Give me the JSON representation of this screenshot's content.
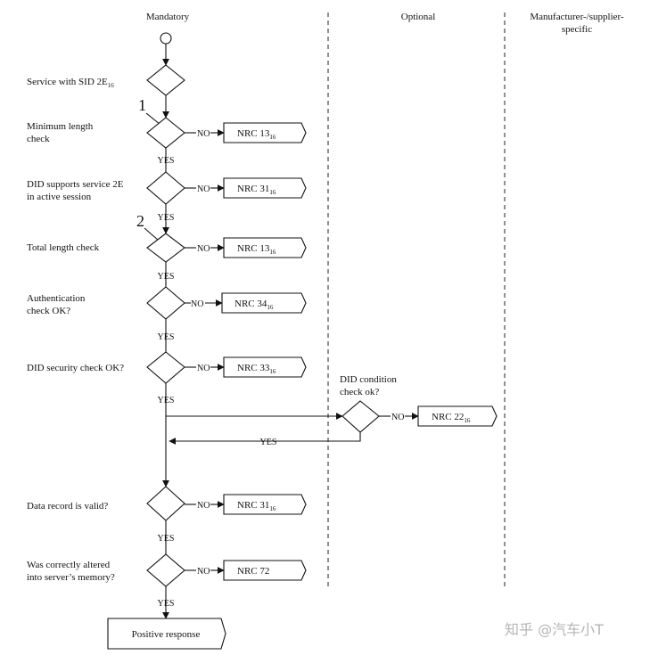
{
  "columns": [
    {
      "label": "Mandatory"
    },
    {
      "label": "Optional"
    },
    {
      "label_line1": "Manufacturer-/supplier-",
      "label_line2": "specific"
    }
  ],
  "markers": [
    "1",
    "2"
  ],
  "steps": [
    {
      "id": "sid",
      "line1": "Service with SID 2E",
      "sub": "16"
    },
    {
      "id": "minlen",
      "line1": "Minimum length",
      "line2": "check",
      "no": "NO",
      "nrc": "NRC 13",
      "nrc_sub": "16",
      "yes": "YES"
    },
    {
      "id": "didsupp",
      "line1": "DID supports service 2E",
      "line2": "in active session",
      "no": "NO",
      "nrc": "NRC 31",
      "nrc_sub": "16",
      "yes": "YES"
    },
    {
      "id": "totlen",
      "line1": "Total length check",
      "no": "NO",
      "nrc": "NRC 13",
      "nrc_sub": "16",
      "yes": "YES"
    },
    {
      "id": "auth",
      "line1": "Authentication",
      "line2": "check OK?",
      "no": "NO",
      "nrc": "NRC 34",
      "nrc_sub": "16",
      "yes": "YES"
    },
    {
      "id": "didsec",
      "line1": "DID security check OK?",
      "no": "NO",
      "nrc": "NRC 33",
      "nrc_sub": "16",
      "yes": "YES"
    },
    {
      "id": "record",
      "line1": "Data record is valid?",
      "no": "NO",
      "nrc": "NRC 31",
      "nrc_sub": "16",
      "yes": "YES"
    },
    {
      "id": "altered",
      "line1": "Was correctly altered",
      "line2": "into server’s memory?",
      "no": "NO",
      "nrc": "NRC 72",
      "yes": "YES"
    }
  ],
  "optional_step": {
    "line1": "DID  condition",
    "line2": "check ok?",
    "no": "NO",
    "nrc": "NRC 22",
    "nrc_sub": "16",
    "yes": "YES"
  },
  "end": {
    "label": "Positive response"
  },
  "watermark": "知乎 @汽车小T"
}
